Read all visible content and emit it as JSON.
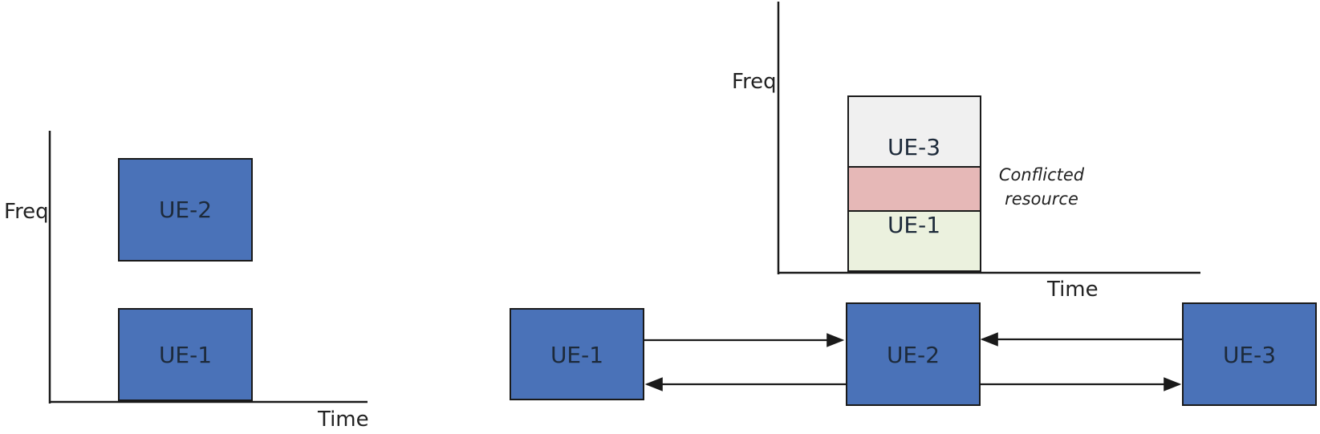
{
  "colors": {
    "ue_blue": "#4a72b8",
    "ue3_resource": "#f0f0f0",
    "conflict_resource": "#e6b8b7",
    "ue1_resource": "#ebf1de",
    "line": "#1a1a1a"
  },
  "left_plot": {
    "y_axis_label": "Freq",
    "x_axis_label": "Time",
    "upper_block_label": "UE-2",
    "lower_block_label": "UE-1"
  },
  "right_plot": {
    "y_axis_label": "Freq",
    "x_axis_label": "Time",
    "top_segment_label": "UE-3",
    "middle_segment": "conflicted",
    "bottom_segment_label": "UE-1",
    "annotation_line1": "Conflicted",
    "annotation_line2": "resource"
  },
  "network": {
    "nodes": [
      "UE-1",
      "UE-2",
      "UE-3"
    ],
    "links": [
      {
        "from": "UE-1",
        "to": "UE-2"
      },
      {
        "from": "UE-2",
        "to": "UE-1"
      },
      {
        "from": "UE-3",
        "to": "UE-2"
      },
      {
        "from": "UE-2",
        "to": "UE-3"
      }
    ]
  }
}
